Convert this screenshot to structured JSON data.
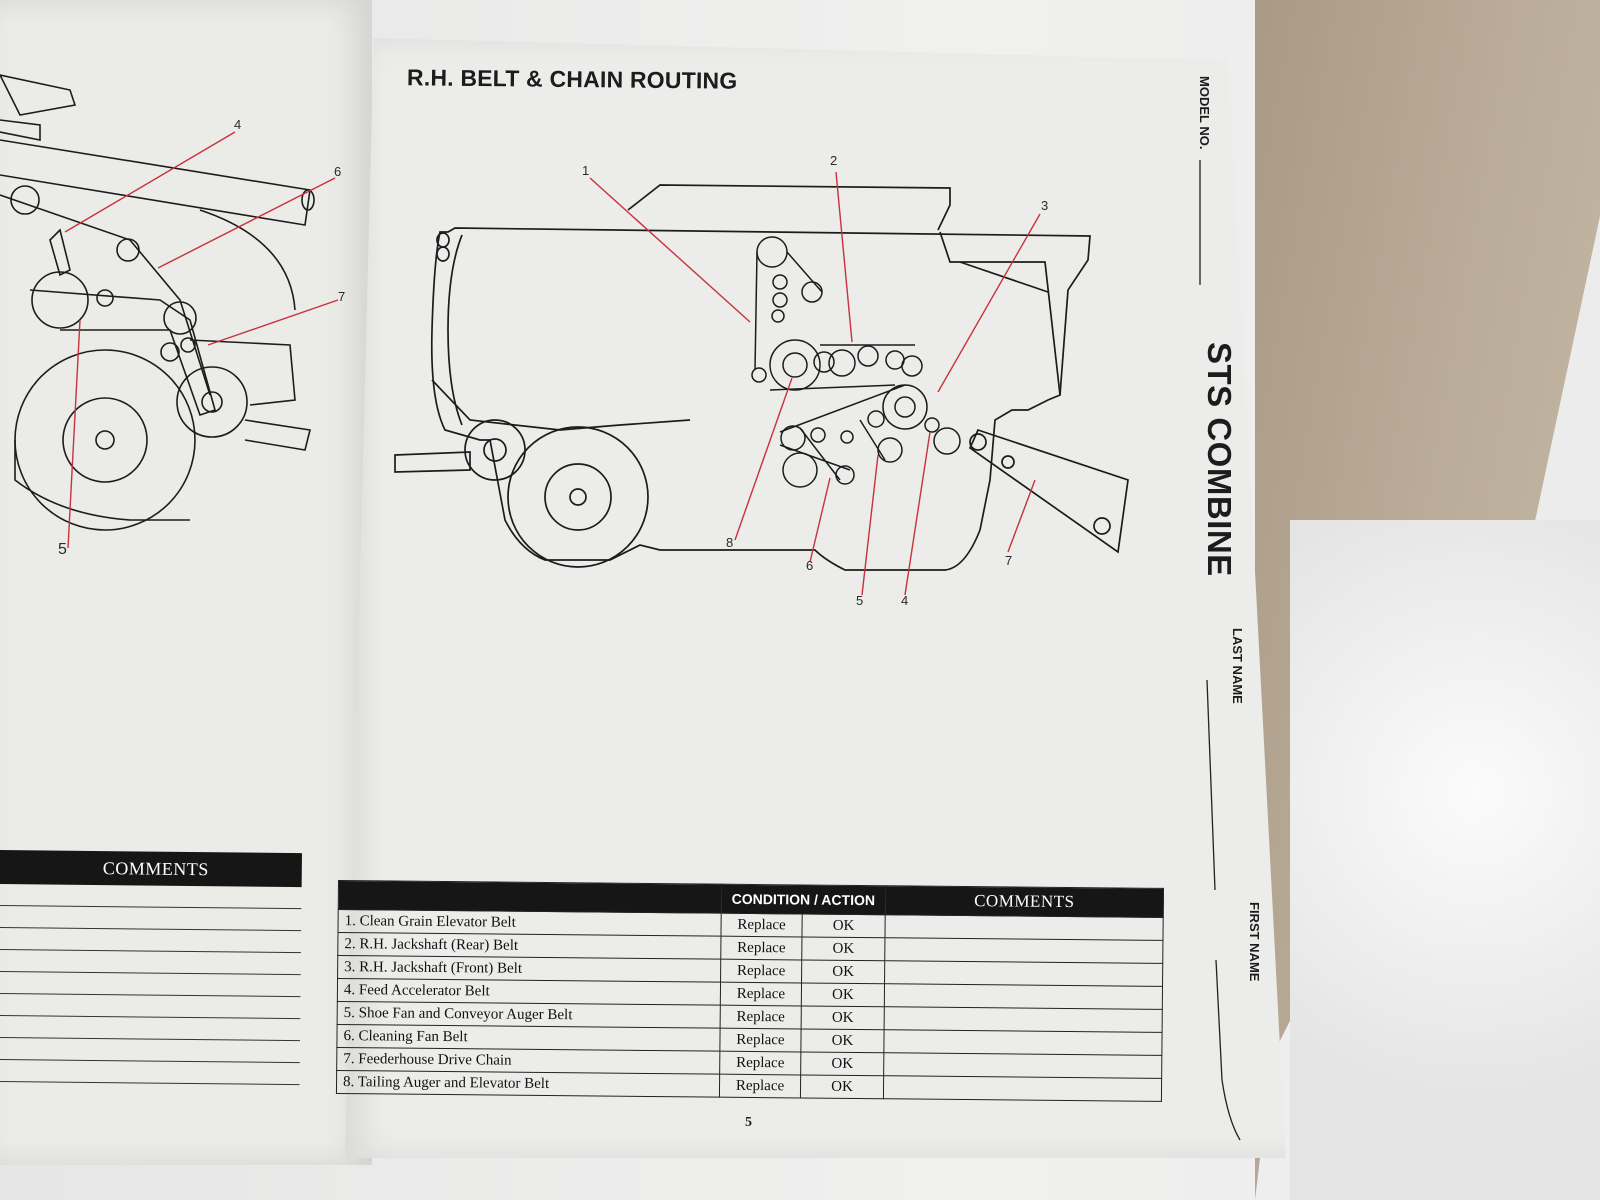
{
  "page": {
    "title": "R.H. BELT & CHAIN ROUTING",
    "model_label": "MODEL NO.",
    "product": "STS COMBINE",
    "last_name_label": "LAST NAME",
    "first_name_label": "FIRST NAME",
    "page_number": "5"
  },
  "left_page": {
    "comments_header": "COMMENTS",
    "callouts": [
      "4",
      "6",
      "7",
      "5"
    ]
  },
  "diagram": {
    "callouts": [
      "1",
      "2",
      "3",
      "8",
      "6",
      "5",
      "4",
      "7"
    ]
  },
  "table": {
    "header_condition": "CONDITION / ACTION",
    "header_comments": "COMMENTS",
    "rows": [
      {
        "item": "1.  Clean Grain Elevator Belt",
        "action": "Replace",
        "status": "OK"
      },
      {
        "item": "2.  R.H. Jackshaft (Rear) Belt",
        "action": "Replace",
        "status": "OK"
      },
      {
        "item": "3.  R.H. Jackshaft (Front) Belt",
        "action": "Replace",
        "status": "OK"
      },
      {
        "item": "4.  Feed Accelerator Belt",
        "action": "Replace",
        "status": "OK"
      },
      {
        "item": "5.  Shoe Fan and Conveyor Auger Belt",
        "action": "Replace",
        "status": "OK"
      },
      {
        "item": "6.  Cleaning Fan Belt",
        "action": "Replace",
        "status": "OK"
      },
      {
        "item": "7.  Feederhouse Drive Chain",
        "action": "Replace",
        "status": "OK"
      },
      {
        "item": "8.  Tailing Auger and Elevator Belt",
        "action": "Replace",
        "status": "OK"
      }
    ]
  },
  "colors": {
    "callout_line": "#c8323c",
    "ink": "#1c1c1c",
    "header_fill": "#161616"
  }
}
